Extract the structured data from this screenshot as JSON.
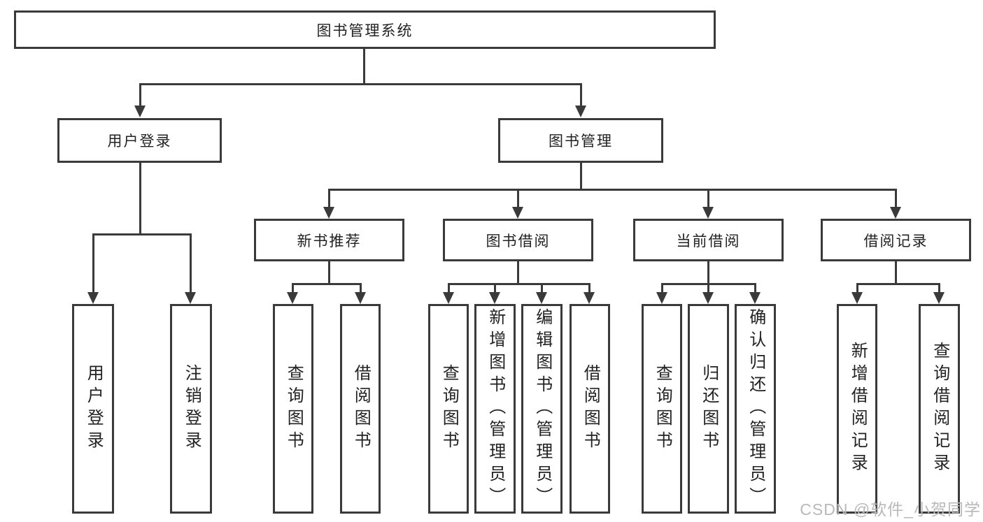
{
  "colors": {
    "line": "#3a3a3a",
    "text": "#222222",
    "watermark": "#b9b9b9",
    "background": "#ffffff"
  },
  "tree": {
    "root": {
      "label": "图书管理系统"
    },
    "branches": [
      {
        "label": "用户登录",
        "children": [
          {
            "label": "用户登录"
          },
          {
            "label": "注销登录"
          }
        ]
      },
      {
        "label": "图书管理",
        "children": [
          {
            "label": "新书推荐",
            "children": [
              {
                "label": "查询图书"
              },
              {
                "label": "借阅图书"
              }
            ]
          },
          {
            "label": "图书借阅",
            "children": [
              {
                "label": "查询图书"
              },
              {
                "label": "新增图书（管理员）"
              },
              {
                "label": "编辑图书（管理员）"
              },
              {
                "label": "借阅图书"
              }
            ]
          },
          {
            "label": "当前借阅",
            "children": [
              {
                "label": "查询图书"
              },
              {
                "label": "归还图书"
              },
              {
                "label": "确认归还（管理员）"
              }
            ]
          },
          {
            "label": "借阅记录",
            "children": [
              {
                "label": "新增借阅记录"
              },
              {
                "label": "查询借阅记录"
              }
            ]
          }
        ]
      }
    ]
  },
  "watermark": {
    "text": "CSDN @软件_小贺同学"
  }
}
